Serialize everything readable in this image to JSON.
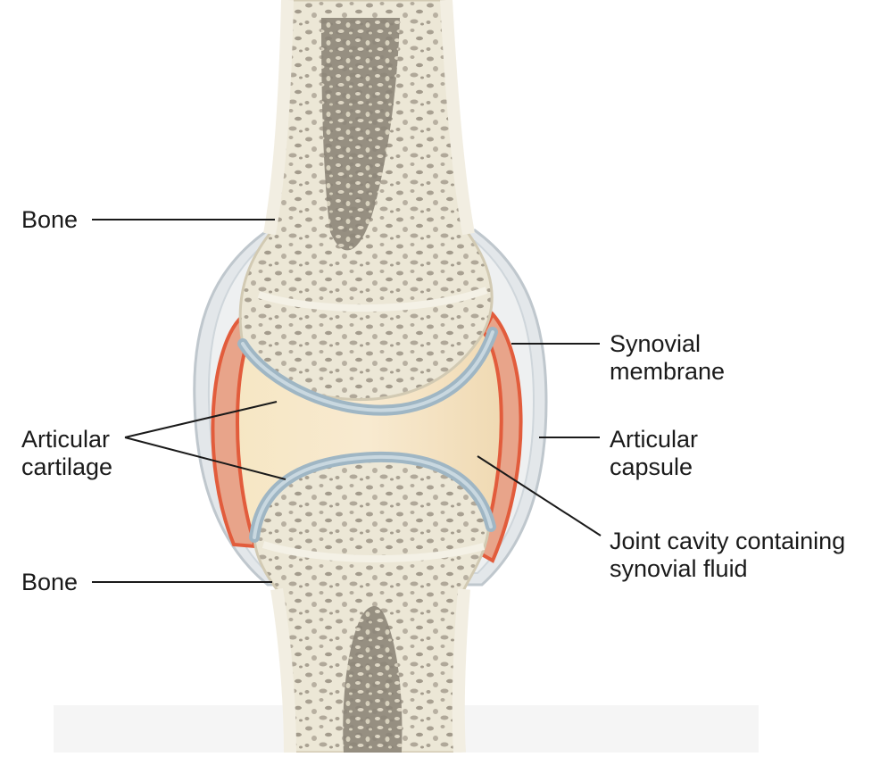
{
  "labels": {
    "bone_top": "Bone",
    "bone_bottom": "Bone",
    "articular_cartilage_1": "Articular",
    "articular_cartilage_2": "cartilage",
    "synovial_membrane_1": "Synovial",
    "synovial_membrane_2": "membrane",
    "articular_capsule_1": "Articular",
    "articular_capsule_2": "capsule",
    "joint_cavity_1": "Joint cavity containing",
    "joint_cavity_2": "synovial fluid"
  },
  "colors": {
    "bone": "#ece7d6",
    "bone_edge": "#d7d0ba",
    "marrow": "#8c8578",
    "cartilage": "#9fb6c4",
    "synovial_membrane": "#e66a4c",
    "capsule": "#d9dee2",
    "synovial_fluid": "#f3dfb8",
    "leader_line": "#1a1a1a"
  }
}
